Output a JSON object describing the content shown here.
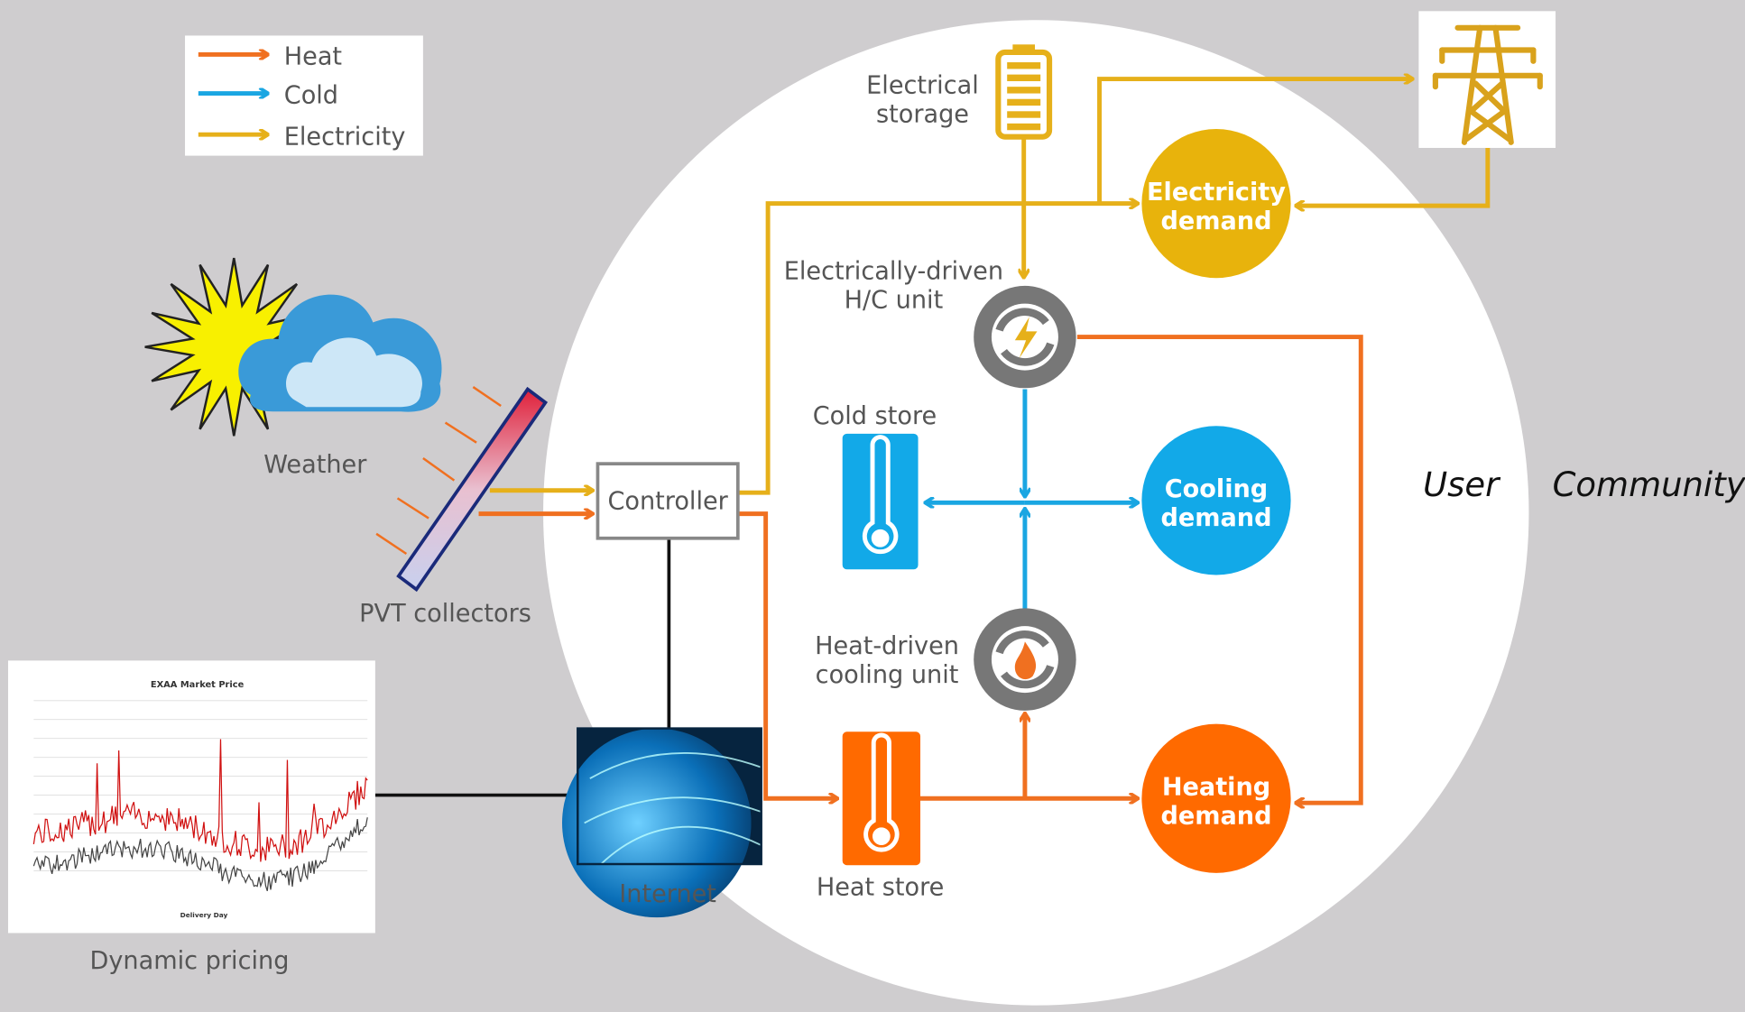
{
  "colors": {
    "heat": "#f07020",
    "cold": "#1aa6e2",
    "electricity": "#e6b01a",
    "background": "#cfcdcf"
  },
  "legend": [
    {
      "label": "Heat",
      "color": "#f07020"
    },
    {
      "label": "Cold",
      "color": "#1aa6e2"
    },
    {
      "label": "Electricity",
      "color": "#e6b01a"
    }
  ],
  "nodes": {
    "electrical_storage": [
      "Electrical",
      "storage"
    ],
    "electricity_demand": [
      "Electricity",
      "demand"
    ],
    "hc_unit": [
      "Electrically-driven",
      "H/C unit"
    ],
    "cold_store": "Cold store",
    "cooling_demand": [
      "Cooling",
      "demand"
    ],
    "heat_driven_unit": [
      "Heat-driven",
      "cooling unit"
    ],
    "heat_store": "Heat store",
    "heating_demand": [
      "Heating",
      "demand"
    ],
    "controller": "Controller",
    "internet": "Internet",
    "pvt": "PVT collectors",
    "weather": "Weather",
    "dynamic_pricing": "Dynamic pricing"
  },
  "pricing_chart": {
    "title": "EXAA Market Price",
    "xlabel": "Delivery Day"
  },
  "scopes": {
    "user": "User",
    "community": "Community"
  },
  "icons": [
    "battery-icon",
    "power-tower-icon",
    "sun-icon",
    "cloud-icon",
    "gear-bolt-icon",
    "gear-flame-icon",
    "thermometer-icon",
    "globe-icon"
  ]
}
